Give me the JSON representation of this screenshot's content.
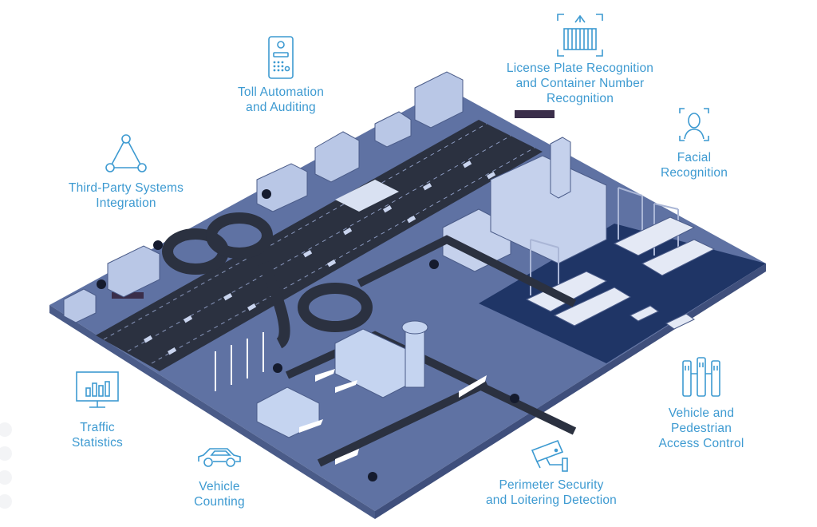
{
  "colors": {
    "accent": "#3d9ad1",
    "ground": "#5f72a3",
    "water": "#1f3566",
    "road": "#2b3140",
    "building": "#b9c7e6"
  },
  "features": [
    {
      "id": "toll",
      "icon": "intercom-icon",
      "label": "Toll Automation\nand Auditing"
    },
    {
      "id": "lpr",
      "icon": "container-scan-icon",
      "label": "License Plate Recognition\nand Container Number\nRecognition"
    },
    {
      "id": "facial",
      "icon": "face-scan-icon",
      "label": "Facial\nRecognition"
    },
    {
      "id": "thirdparty",
      "icon": "network-triangle-icon",
      "label": "Third-Party Systems\nIntegration"
    },
    {
      "id": "traffic",
      "icon": "monitor-chart-icon",
      "label": "Traffic\nStatistics"
    },
    {
      "id": "vehicle",
      "icon": "car-icon",
      "label": "Vehicle\nCounting"
    },
    {
      "id": "perimeter",
      "icon": "cctv-camera-icon",
      "label": "Perimeter Security\nand Loitering Detection"
    },
    {
      "id": "access",
      "icon": "turnstile-icon",
      "label": "Vehicle and\nPedestrian\nAccess Control"
    }
  ]
}
